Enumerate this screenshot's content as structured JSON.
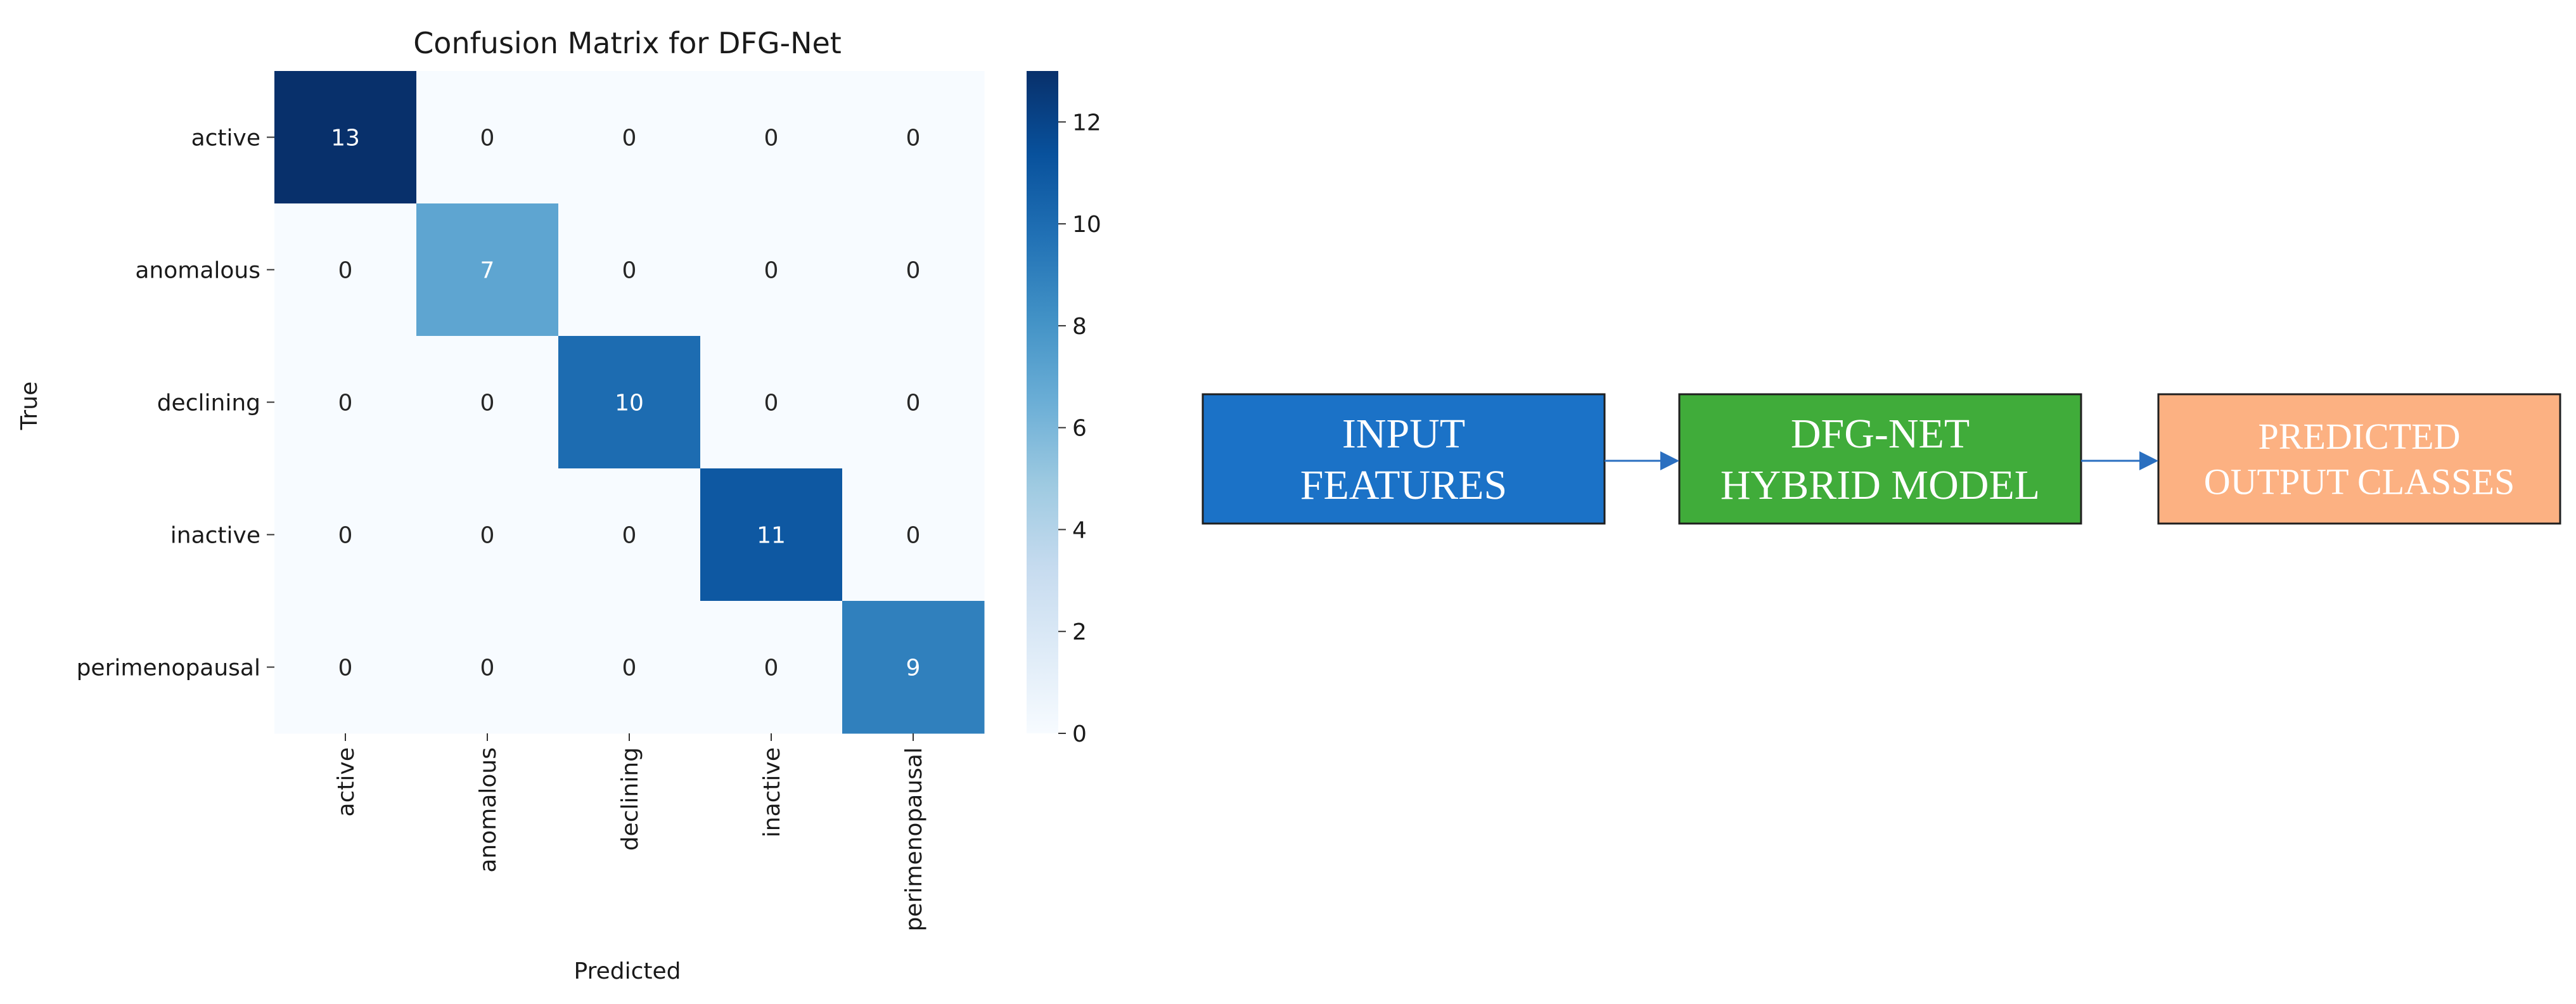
{
  "chart_data": {
    "type": "heatmap",
    "title": "Confusion Matrix for DFG-Net",
    "xlabel": "Predicted",
    "ylabel": "True",
    "x_categories": [
      "active",
      "anomalous",
      "declining",
      "inactive",
      "perimenopausal"
    ],
    "y_categories": [
      "active",
      "anomalous",
      "declining",
      "inactive",
      "perimenopausal"
    ],
    "values": [
      [
        13,
        0,
        0,
        0,
        0
      ],
      [
        0,
        7,
        0,
        0,
        0
      ],
      [
        0,
        0,
        10,
        0,
        0
      ],
      [
        0,
        0,
        0,
        11,
        0
      ],
      [
        0,
        0,
        0,
        0,
        9
      ]
    ],
    "colorbar": {
      "min": 0,
      "max": 13,
      "ticks": [
        0,
        2,
        4,
        6,
        8,
        10,
        12
      ],
      "colormap": "Blues"
    }
  },
  "diagram": {
    "boxes": [
      {
        "lines": [
          "INPUT",
          "FEATURES"
        ],
        "color": "#1B72C7"
      },
      {
        "lines": [
          "DFG-NET",
          "HYBRID MODEL"
        ],
        "color": "#40AC3A"
      },
      {
        "lines": [
          "PREDICTED",
          "OUTPUT CLASSES"
        ],
        "color": "#FCB182"
      }
    ],
    "arrow_color": "#2A6FC0"
  }
}
